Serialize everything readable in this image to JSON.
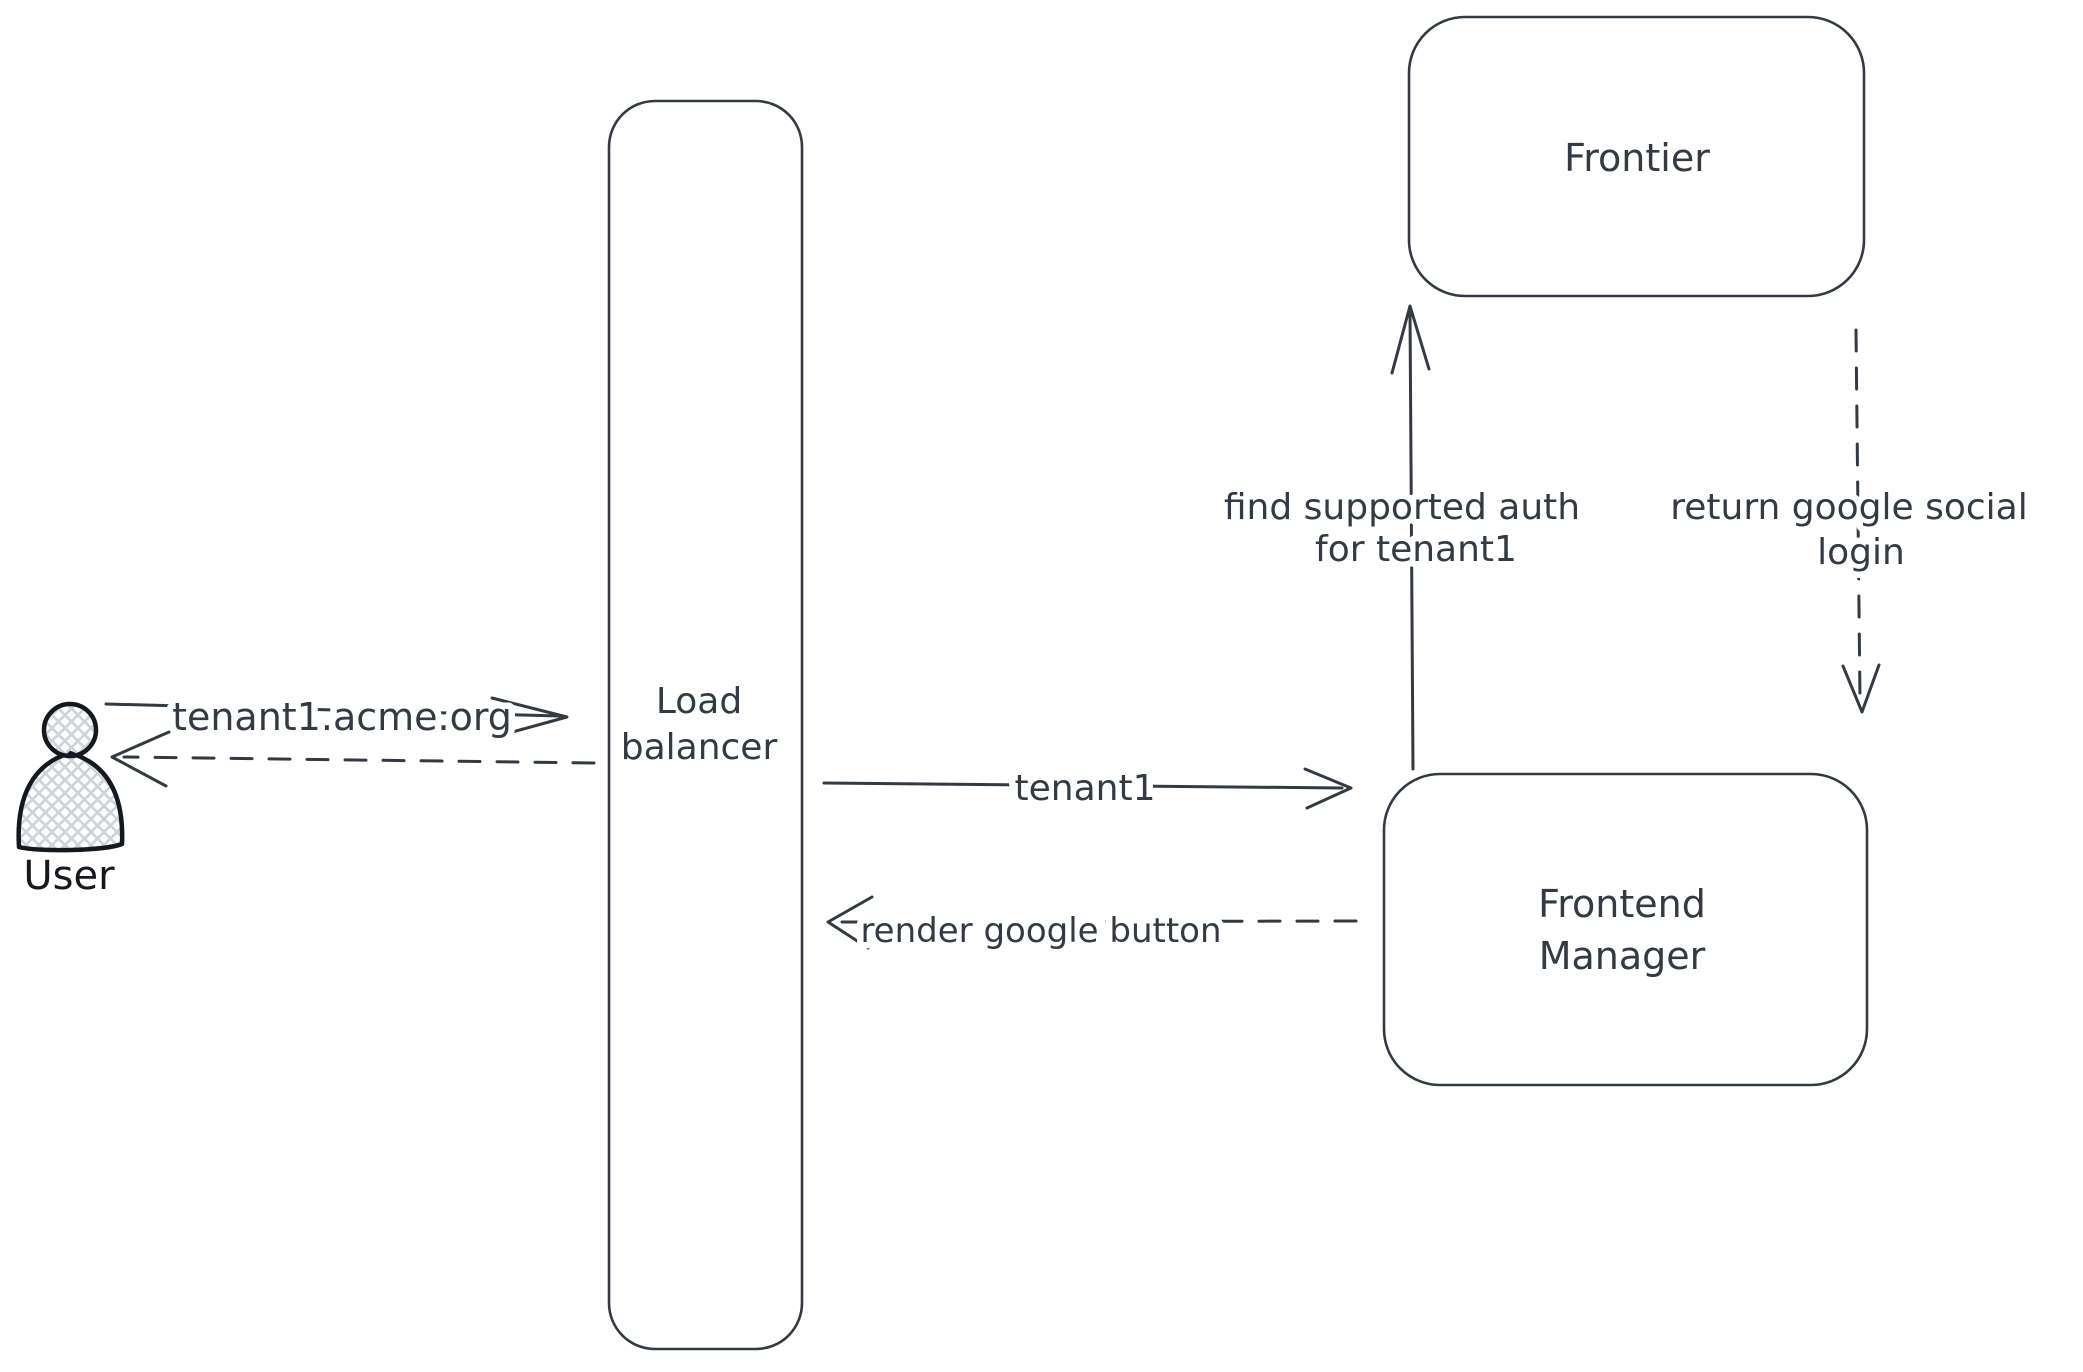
{
  "colors": {
    "stroke": "#343a44",
    "user_stroke": "#15181c",
    "hatch_fill": "#ccd3da",
    "canvas_bg": "#ffffff"
  },
  "nodes": {
    "user": {
      "label": "User"
    },
    "load_balancer": {
      "line1": "Load",
      "line2": "balancer"
    },
    "frontier": {
      "label": "Frontier"
    },
    "frontend_manager": {
      "line1": "Frontend",
      "line2": "Manager"
    }
  },
  "edges": {
    "user_to_lb": {
      "label": "tenant1.acme.org",
      "style": "solid",
      "direction": "right"
    },
    "lb_to_user": {
      "label": "",
      "style": "dashed",
      "direction": "left"
    },
    "lb_to_fm": {
      "label": "tenant1",
      "style": "solid",
      "direction": "right"
    },
    "fm_to_lb": {
      "label": "render google button",
      "style": "dashed",
      "direction": "left"
    },
    "fm_to_frontier": {
      "label_line1": "find supported auth",
      "label_line2": "for tenant1",
      "style": "solid",
      "direction": "up"
    },
    "frontier_to_fm": {
      "label_line1": "return google social",
      "label_line2": "login",
      "style": "dashed",
      "direction": "down"
    }
  }
}
